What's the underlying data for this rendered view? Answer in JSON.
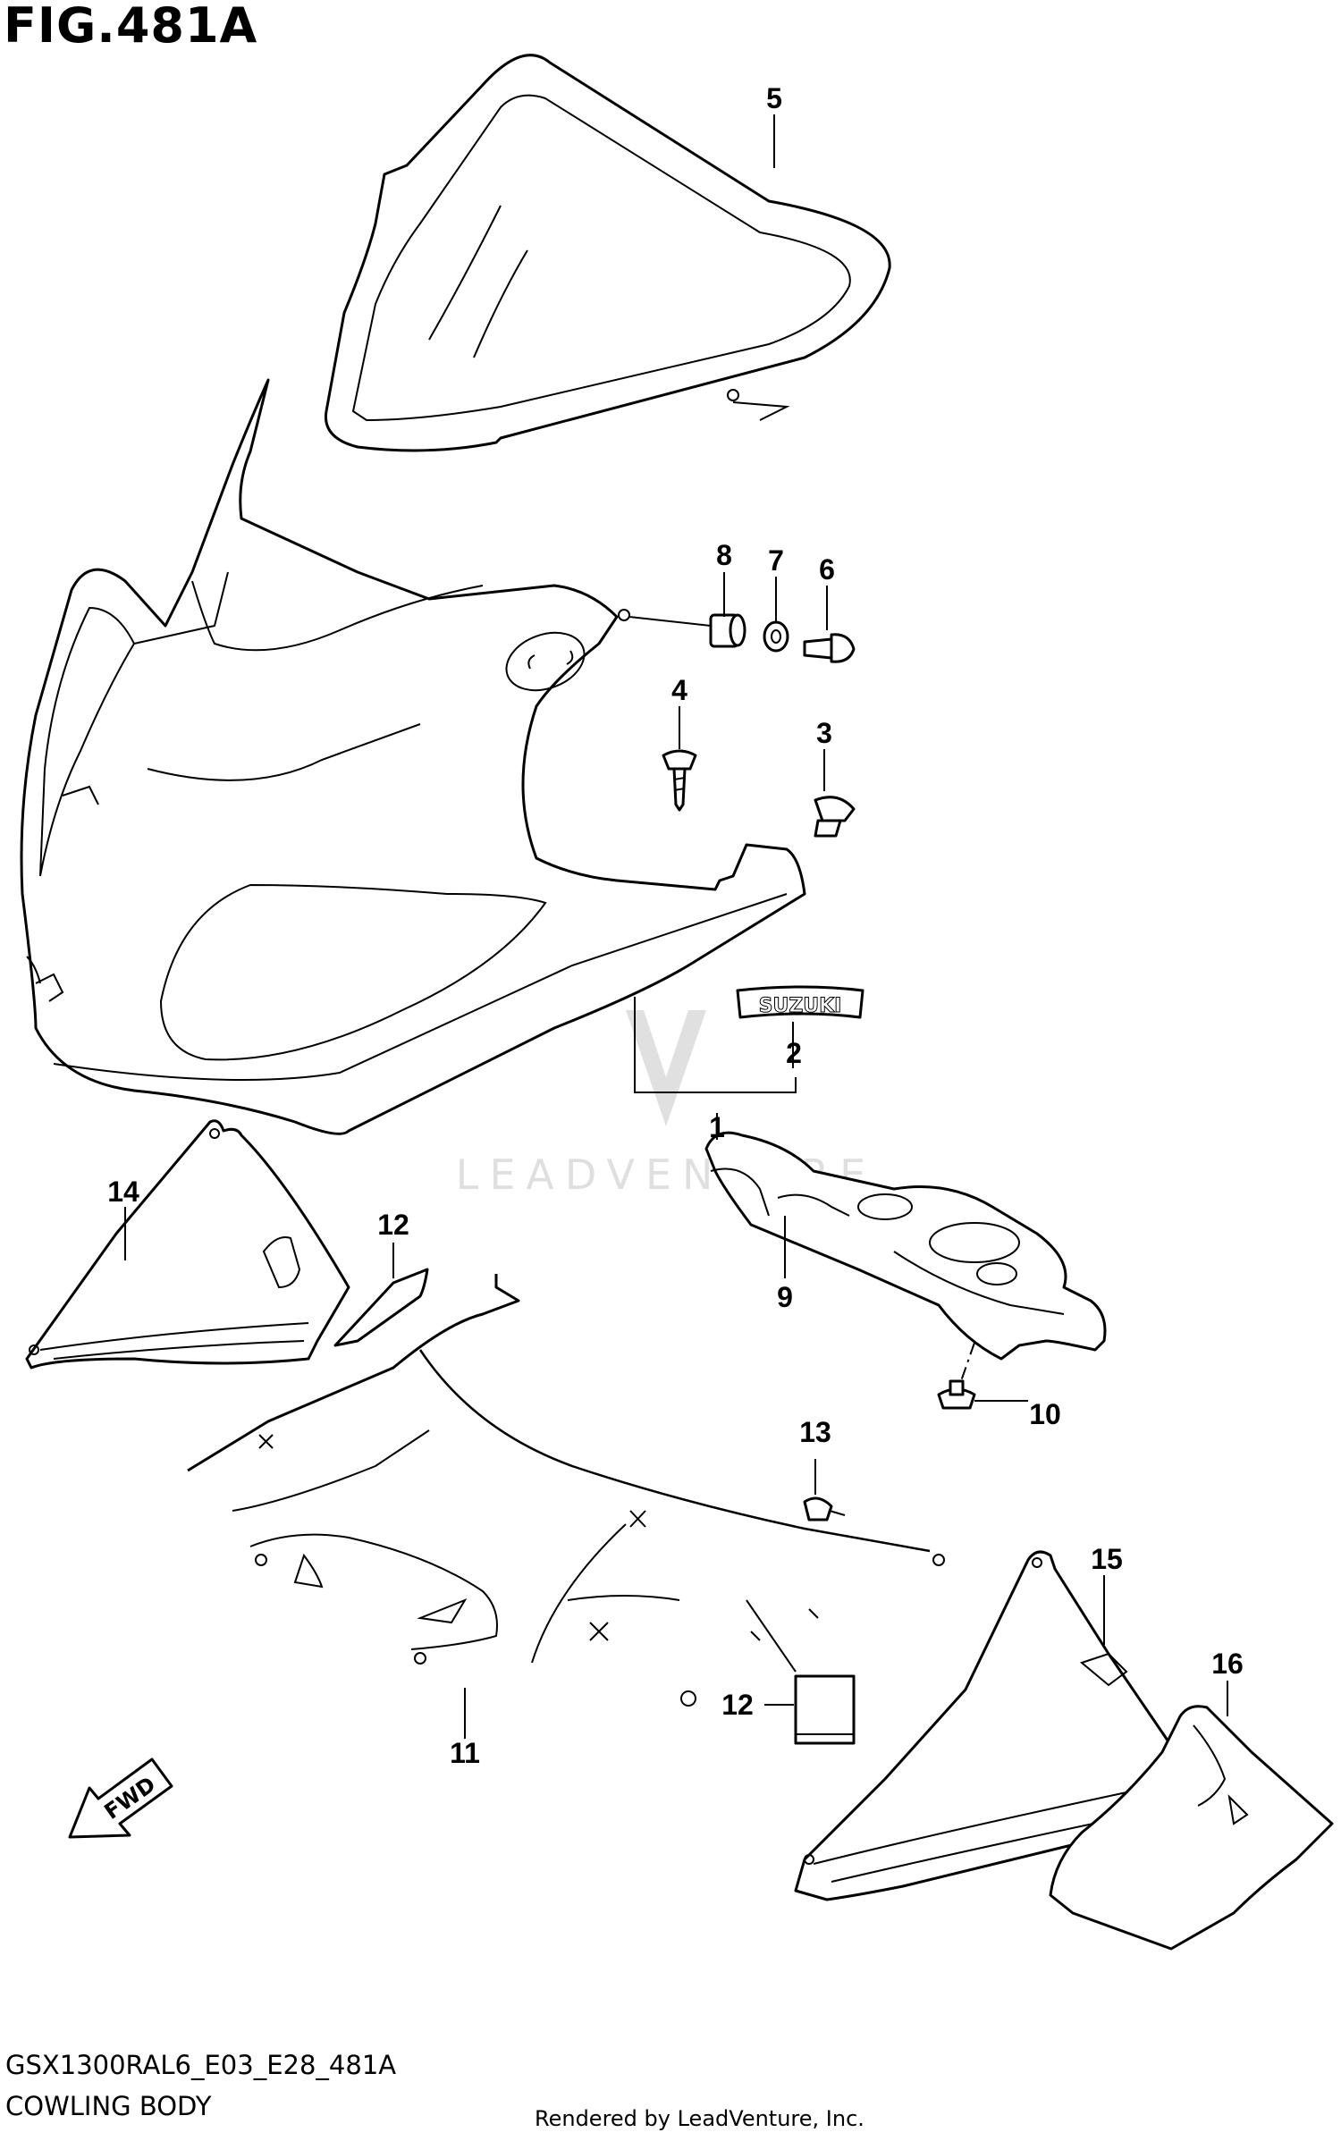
{
  "figure": {
    "title": "FIG.481A",
    "drawing_code": "GSX1300RAL6_E03_E28_481A",
    "drawing_name": "COWLING BODY",
    "credit": "Rendered by LeadVenture, Inc.",
    "watermark": "LEADVENTURE",
    "emblem_text": "SUZUKI",
    "arrow_text": "FWD"
  },
  "callouts": [
    {
      "id": "c5",
      "label": "5"
    },
    {
      "id": "c8",
      "label": "8"
    },
    {
      "id": "c7",
      "label": "7"
    },
    {
      "id": "c6",
      "label": "6"
    },
    {
      "id": "c4",
      "label": "4"
    },
    {
      "id": "c3",
      "label": "3"
    },
    {
      "id": "c2",
      "label": "2"
    },
    {
      "id": "c1",
      "label": "1"
    },
    {
      "id": "c14",
      "label": "14"
    },
    {
      "id": "c12a",
      "label": "12"
    },
    {
      "id": "c9",
      "label": "9"
    },
    {
      "id": "c10",
      "label": "10"
    },
    {
      "id": "c13",
      "label": "13"
    },
    {
      "id": "c15",
      "label": "15"
    },
    {
      "id": "c16",
      "label": "16"
    },
    {
      "id": "c11",
      "label": "11"
    },
    {
      "id": "c12b",
      "label": "12"
    }
  ]
}
